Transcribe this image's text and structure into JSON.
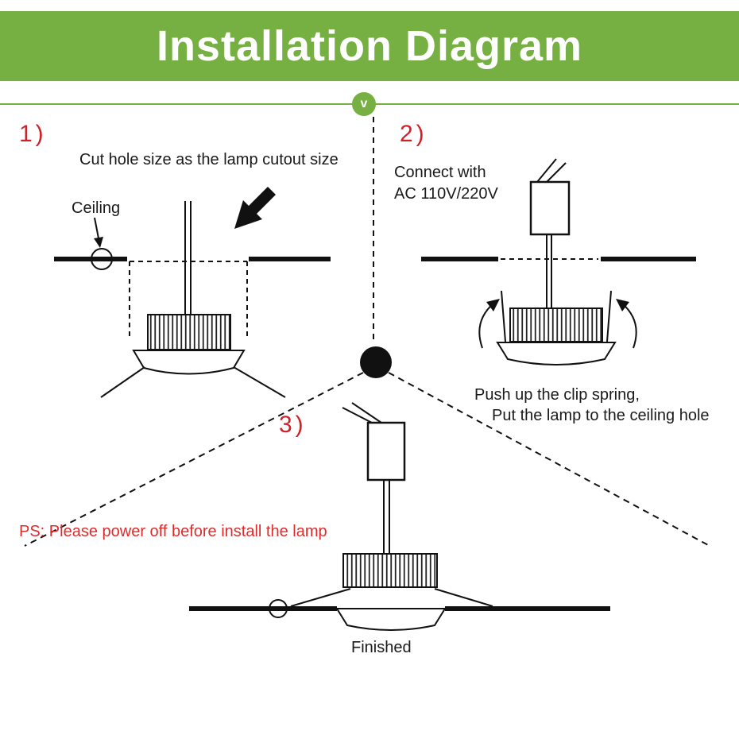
{
  "header": {
    "title": "Installation Diagram"
  },
  "divider": {
    "badge": "v"
  },
  "step1": {
    "number": "1)",
    "caption": "Cut hole size as the lamp cutout size",
    "ceiling_label": "Ceiling"
  },
  "step2": {
    "number": "2)",
    "connect_line1": "Connect with",
    "connect_line2": "AC 110V/220V",
    "instruction_line1": "Push up the clip spring,",
    "instruction_line2": "Put the lamp to the ceiling hole"
  },
  "step3": {
    "number": "3)",
    "finished_label": "Finished"
  },
  "note": {
    "text": "PS: Please power off before install the lamp"
  },
  "colors": {
    "banner_green": "#76b043",
    "step_number_red": "#cf2127",
    "note_red": "#e02b2b",
    "line_black": "#111111"
  }
}
